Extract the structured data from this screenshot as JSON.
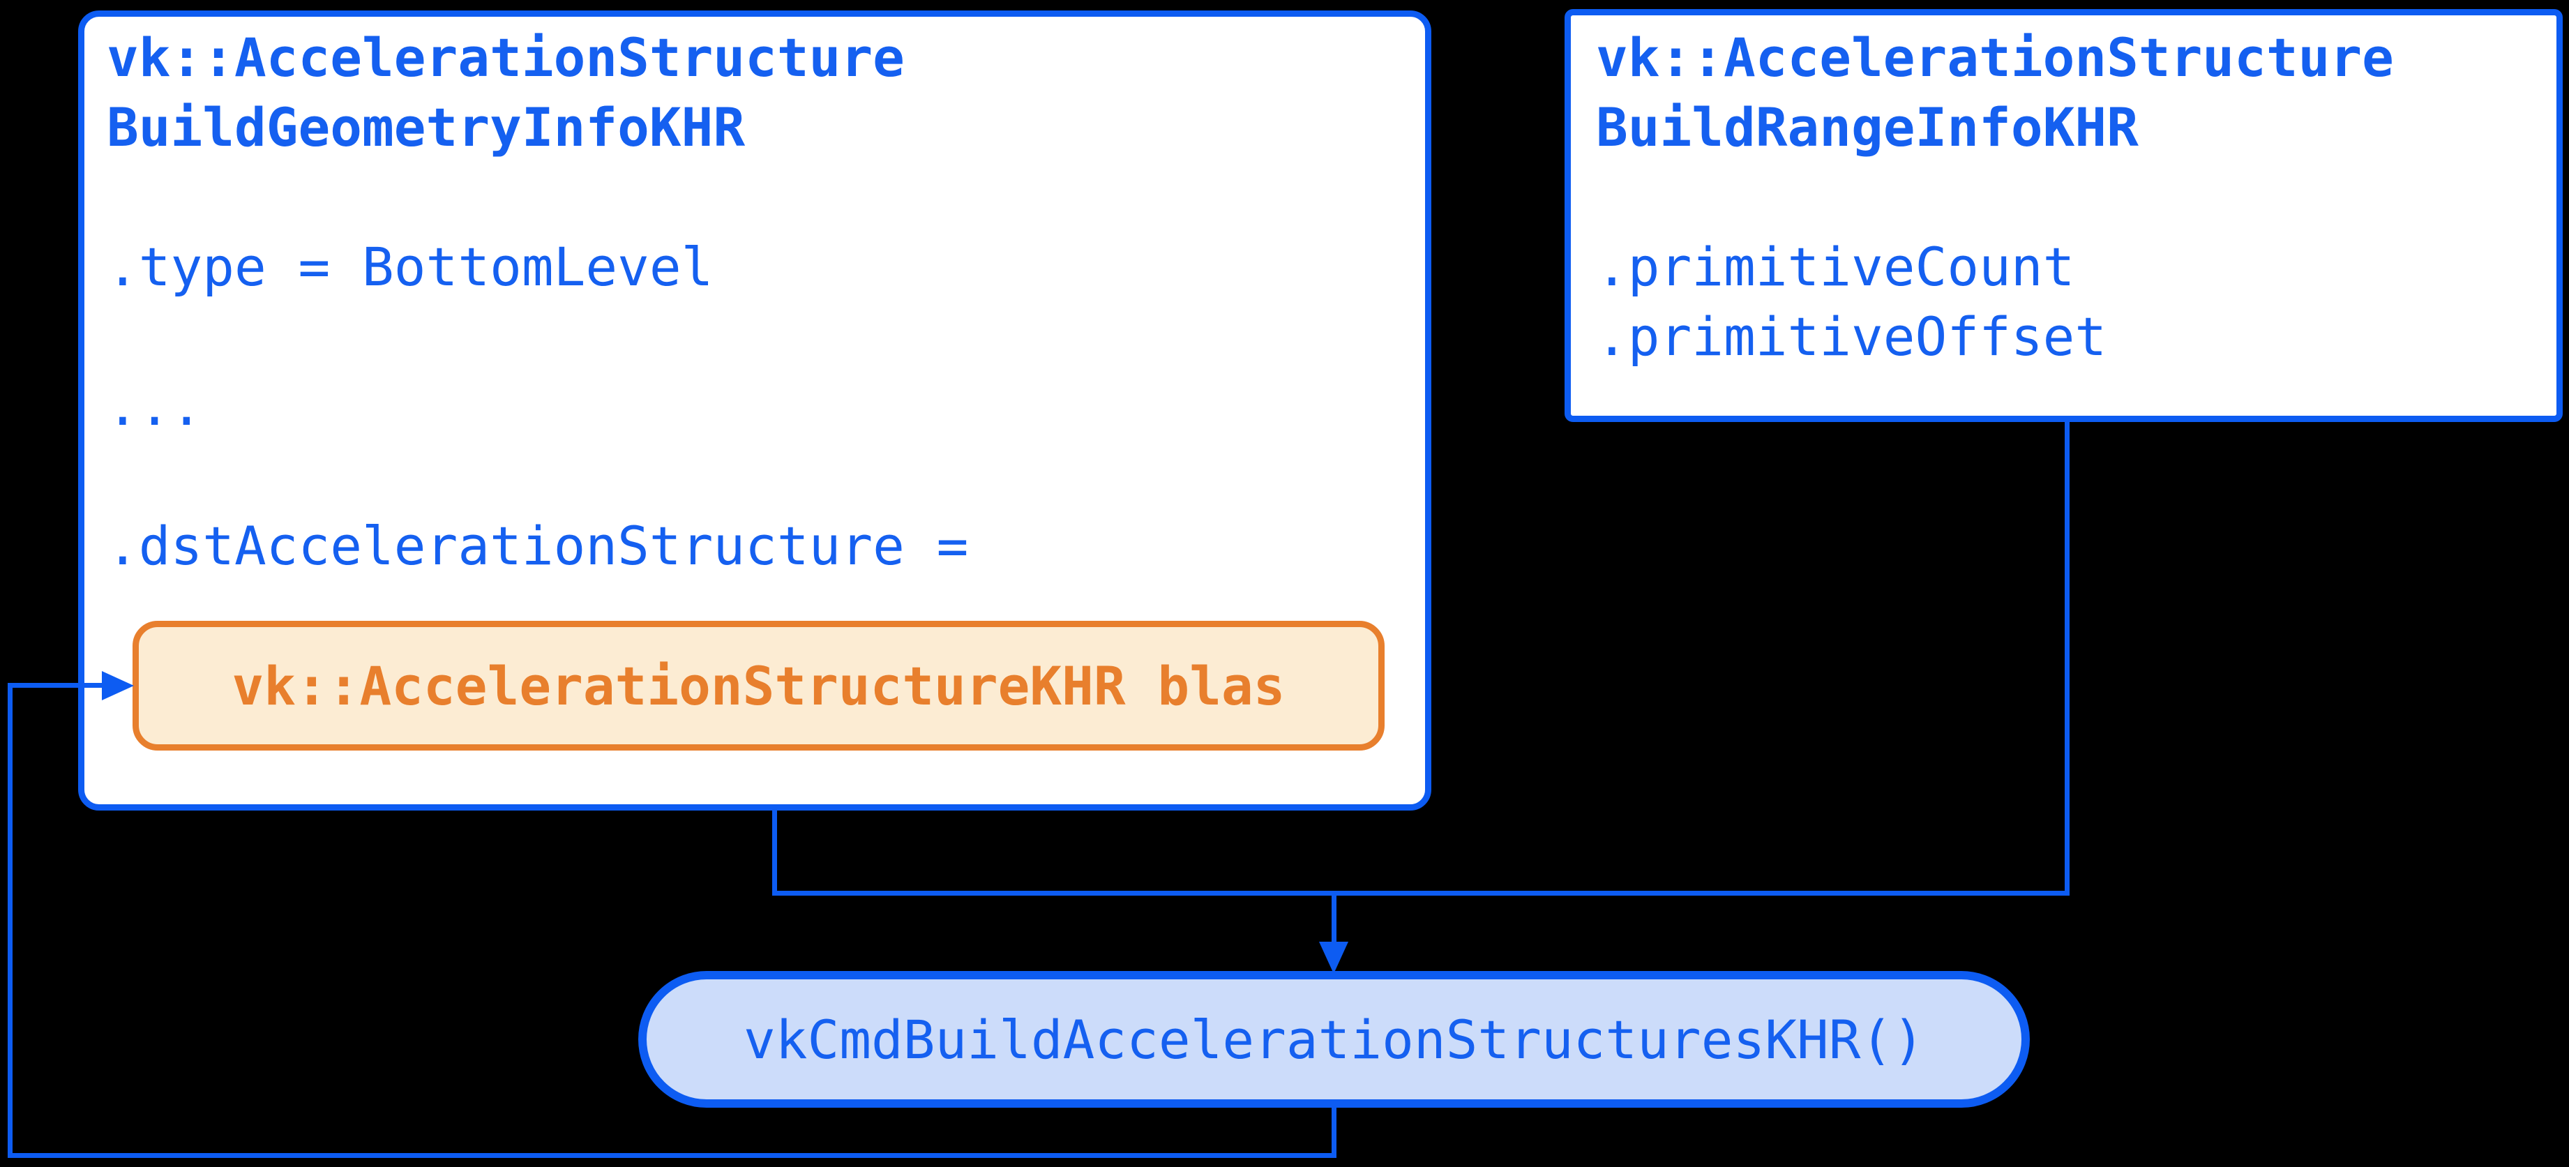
{
  "colors": {
    "accent_blue": "#0d5cf2",
    "text_blue": "#1560f0",
    "orange": "#e87f2d",
    "orange_fill": "#fcecd3",
    "pill_fill": "#ccdcfa",
    "box_fill": "#ffffff",
    "background": "#000000"
  },
  "left_box": {
    "title_line1": "vk::AccelerationStructure",
    "title_line2": "BuildGeometryInfoKHR",
    "body_lines": [
      ".type = BottomLevel",
      "...",
      ".dstAccelerationStructure ="
    ]
  },
  "right_box": {
    "title_line1": "vk::AccelerationStructure",
    "title_line2": "BuildRangeInfoKHR",
    "body_lines": [
      ".primitiveCount",
      ".primitiveOffset"
    ]
  },
  "blas_chip": {
    "label": "vk::AccelerationStructureKHR blas"
  },
  "build_call_pill": {
    "label": "vkCmdBuildAccelerationStructuresKHR()"
  }
}
